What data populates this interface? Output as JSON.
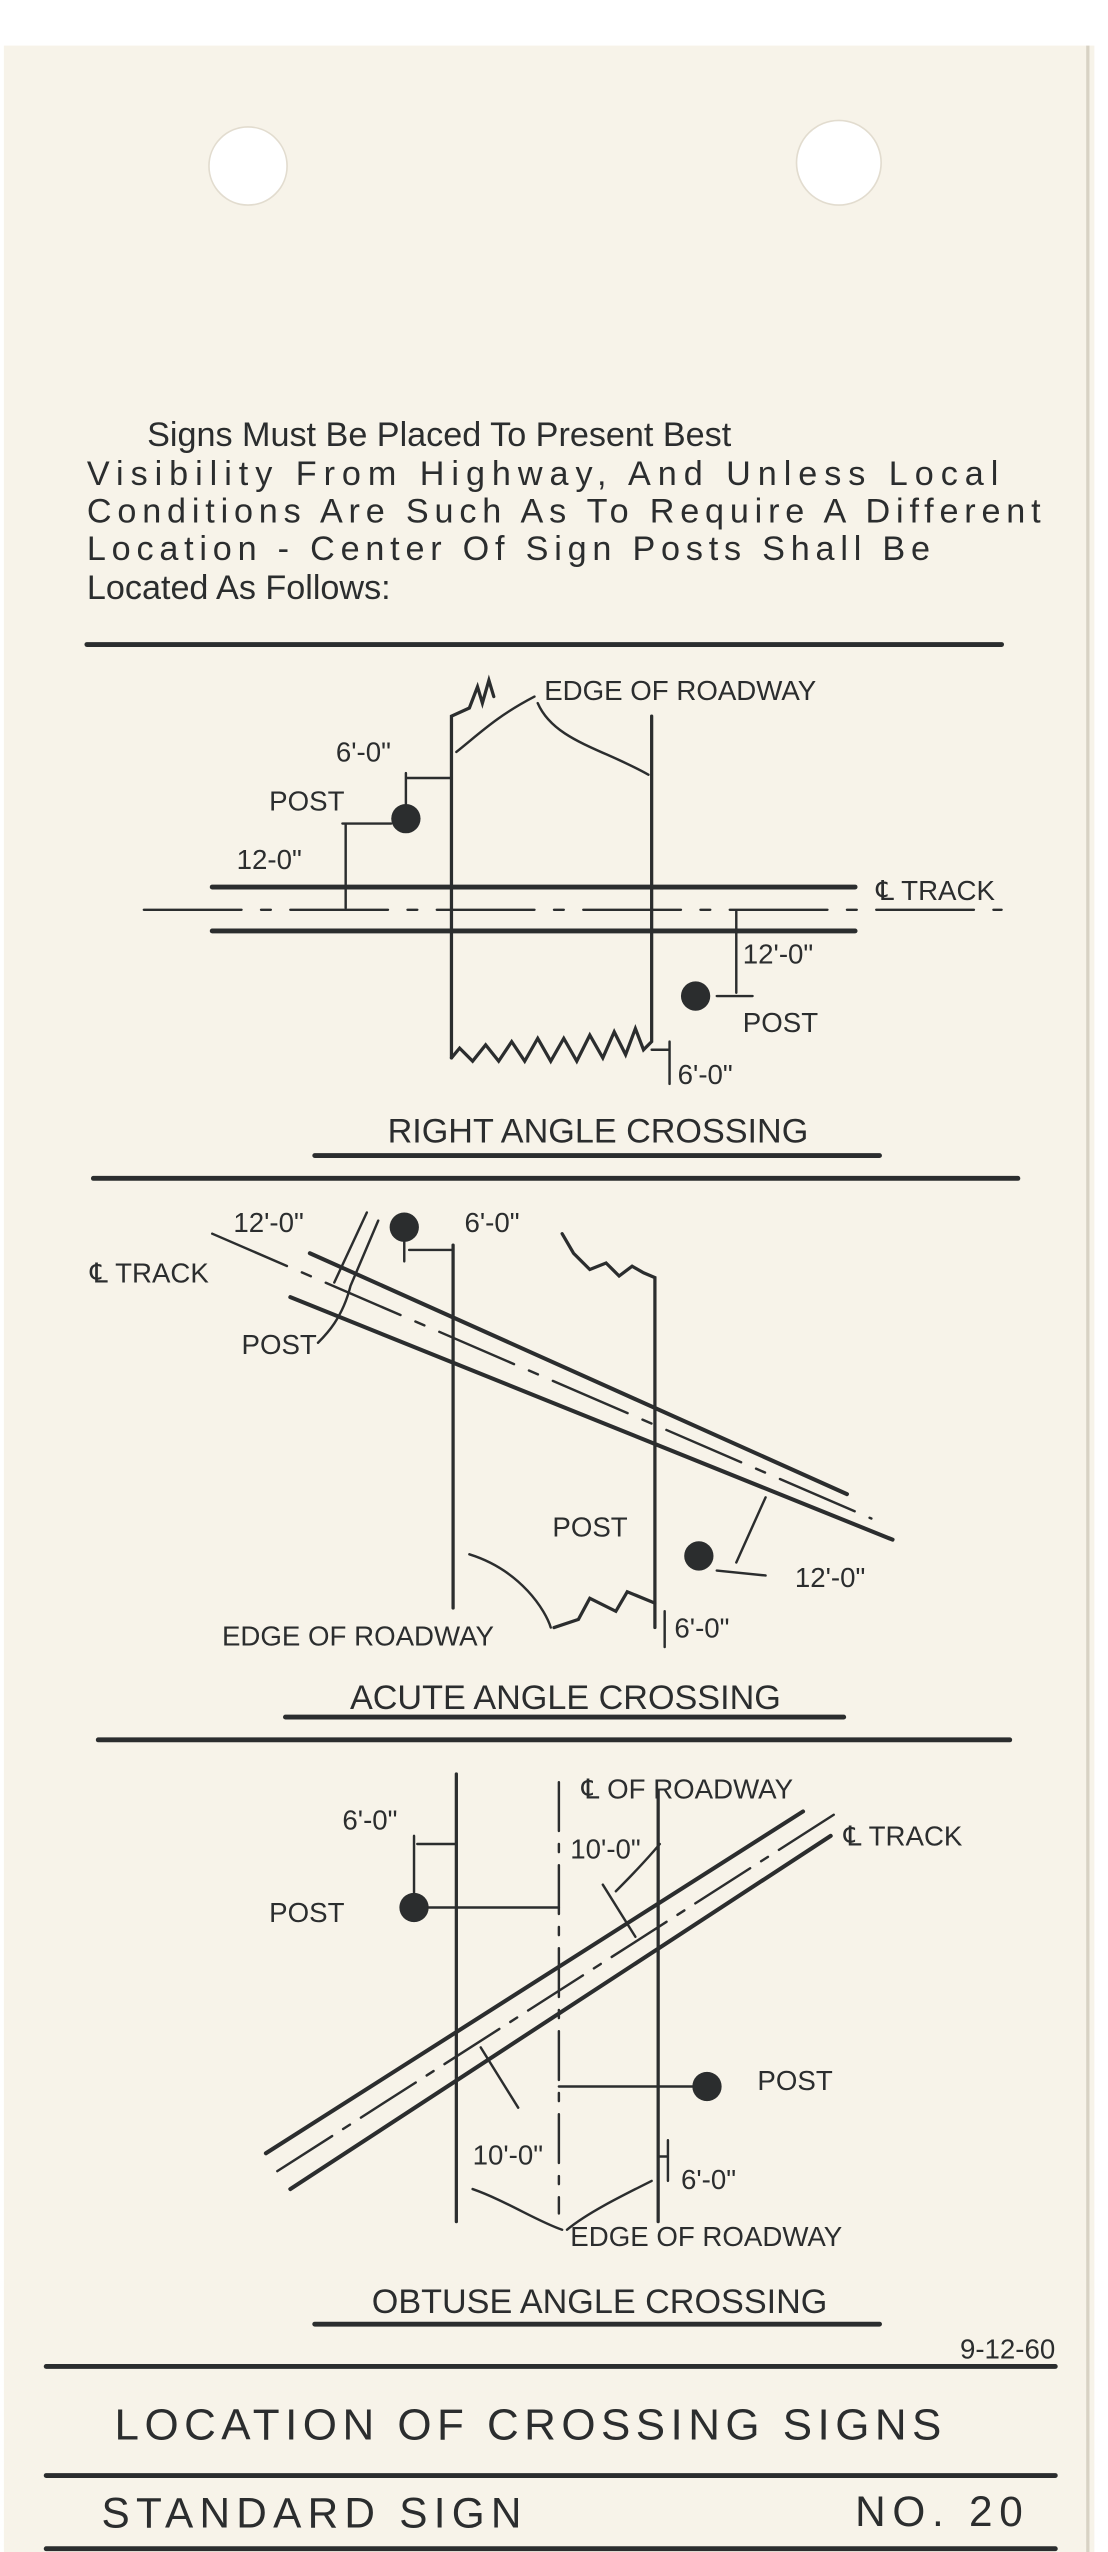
{
  "intro": {
    "lines": [
      "Signs Must Be Placed To Present Best",
      "Visibility From Highway, And Unless Local",
      "Conditions Are Such As To Require A Different",
      "Location - Center Of Sign Posts Shall Be",
      "Located As Follows:"
    ]
  },
  "right_angle": {
    "title": "RIGHT ANGLE CROSSING",
    "edge_of_roadway": "EDGE OF ROADWAY",
    "dim_6_top": "6'-0\"",
    "post_top": "POST",
    "dim_12_top": "12-0\"",
    "track": "℄ TRACK",
    "dim_12_bottom": "12'-0\"",
    "post_bottom": "POST",
    "dim_6_bottom": "6'-0\""
  },
  "acute_angle": {
    "title": "ACUTE ANGLE CROSSING",
    "dim_12_top": "12'-0\"",
    "dim_6_top": "6'-0\"",
    "track": "℄ TRACK",
    "post_top": "POST",
    "post_bottom": "POST",
    "dim_12_bottom": "12'-0\"",
    "edge_of_roadway": "EDGE OF ROADWAY",
    "dim_6_bottom": "6'-0\""
  },
  "obtuse_angle": {
    "title": "OBTUSE ANGLE CROSSING",
    "dim_6_top": "6'-0\"",
    "center_of_roadway": "℄ OF ROADWAY",
    "dim_10_top": "10'-0\"",
    "track": "℄ TRACK",
    "post_top": "POST",
    "post_bottom": "POST",
    "dim_10_bottom": "10'-0\"",
    "dim_6_bottom": "6'-0\"",
    "edge_of_roadway": "EDGE OF ROADWAY"
  },
  "footer": {
    "date": "9-12-60",
    "title": "LOCATION OF CROSSING SIGNS",
    "standard_sign": "STANDARD SIGN",
    "number": "NO. 20"
  },
  "colors": {
    "paper": "#f7f3e9",
    "ink": "#2b2d2e"
  }
}
